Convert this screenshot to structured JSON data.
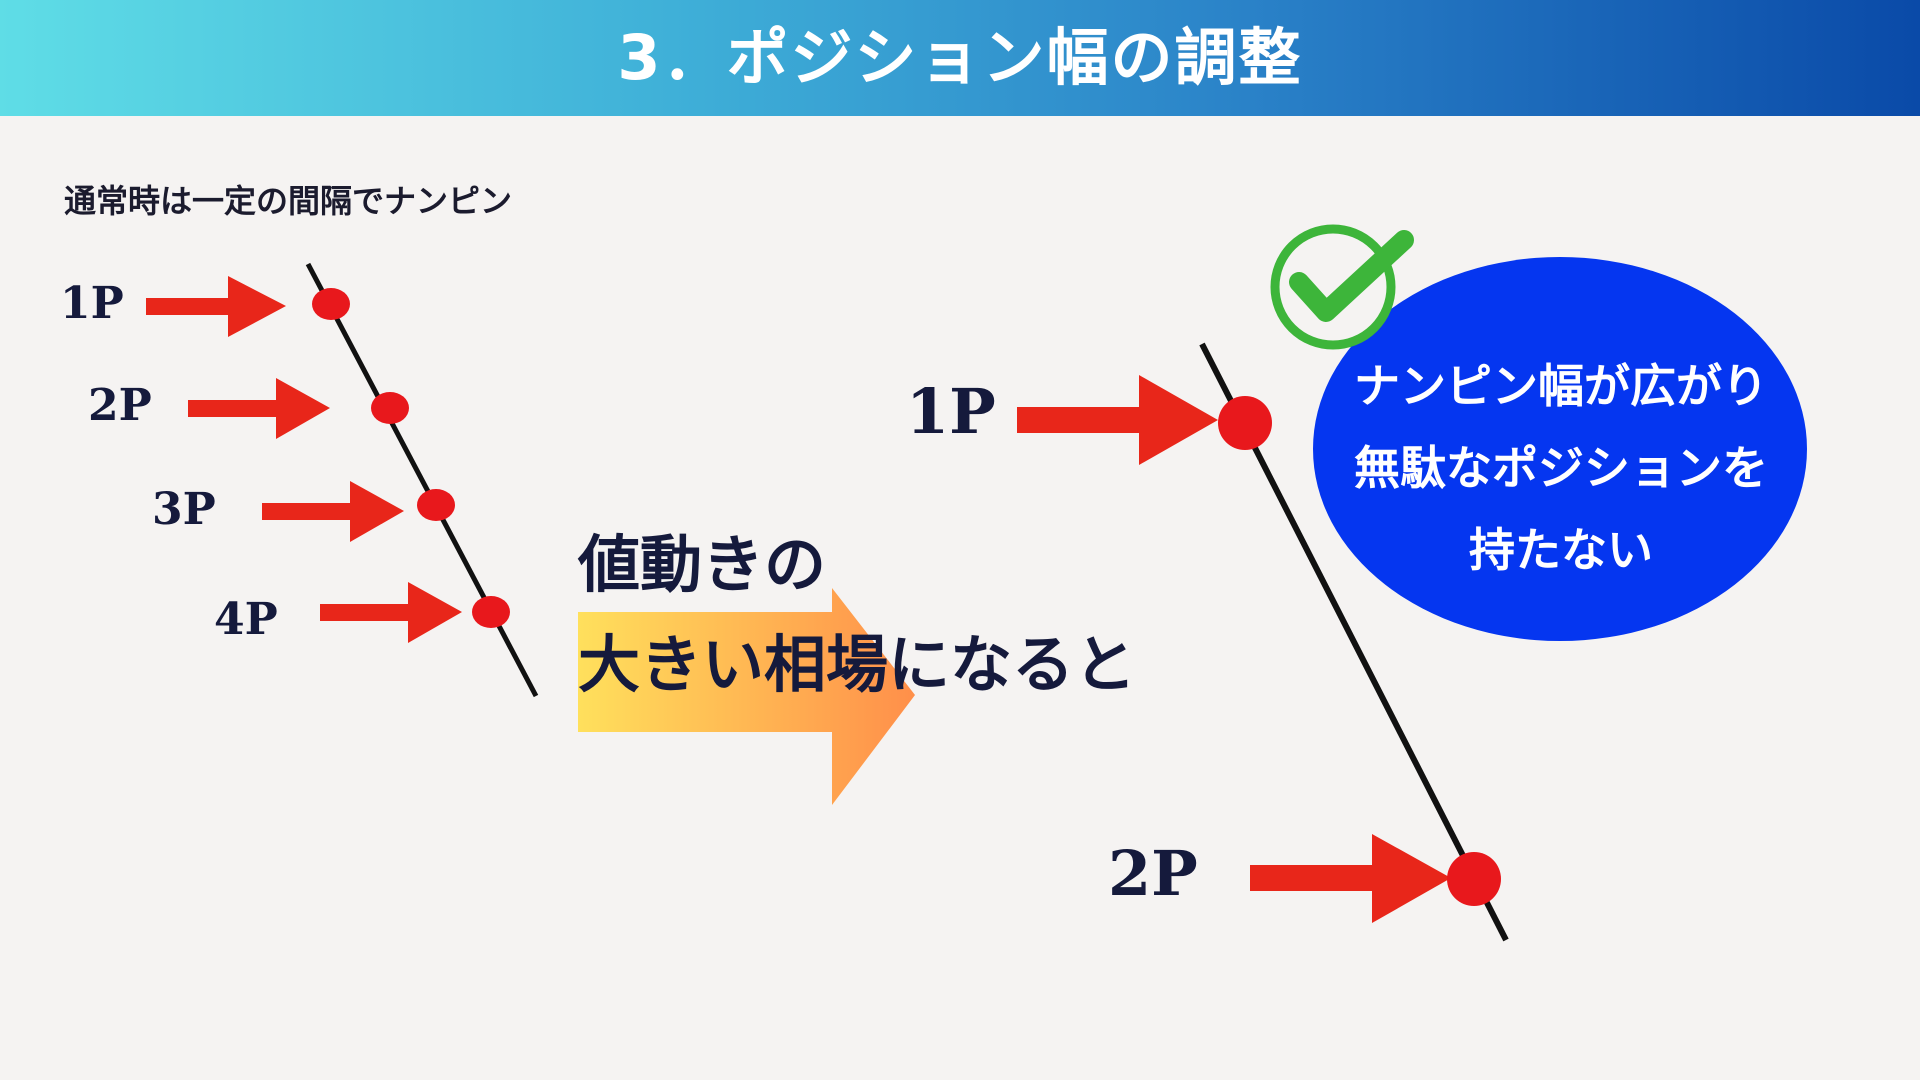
{
  "header": {
    "title": "3．ポジション幅の調整",
    "gradient_colors": [
      "#5fdde6",
      "#3fb0d8",
      "#2a82c8",
      "#0a4aa8"
    ]
  },
  "left_panel": {
    "subtitle": "通常時は一定の間隔でナンピン",
    "positions": [
      "1P",
      "2P",
      "3P",
      "4P"
    ]
  },
  "transition": {
    "lines": [
      "値動きの",
      "大きい相場になると"
    ]
  },
  "right_panel": {
    "positions": [
      "1P",
      "2P"
    ],
    "callout": {
      "lines": [
        "ナンピン幅が広がり",
        "無駄なポジションを",
        "持たない"
      ],
      "icon": "check-circle-icon"
    }
  },
  "colors": {
    "arrow_red": "#e8261a",
    "dot_red": "#e8181c",
    "callout_blue": "#0536f0",
    "check_green": "#3db53a",
    "text_navy": "#151a3c"
  }
}
